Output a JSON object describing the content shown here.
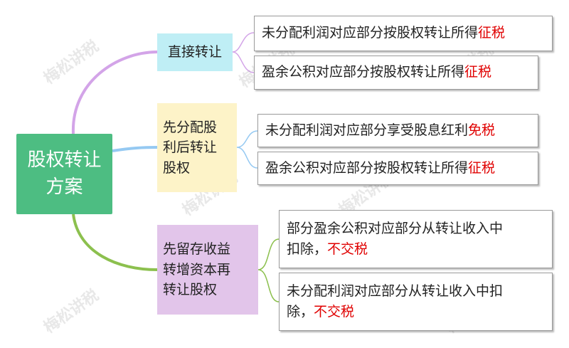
{
  "root": {
    "line1": "股权转让",
    "line2": "方案"
  },
  "branches": [
    {
      "label": "直接转让"
    },
    {
      "label_lines": [
        "先分配股",
        "利后转让",
        "股权"
      ]
    },
    {
      "label_lines": [
        "先留存收益",
        "转增资本再",
        "转让股权"
      ]
    }
  ],
  "leaves": [
    {
      "text": "未分配利润对应部分按股权转让所得",
      "emphasis": "征税"
    },
    {
      "text": "盈余公积对应部分按股权转让所得",
      "emphasis": "征税"
    },
    {
      "text": "未分配利润对应部分享受股息红利",
      "emphasis": "免税"
    },
    {
      "text": "盈余公积对应部分按股权转让所得",
      "emphasis": "征税"
    },
    {
      "line1": "部分盈余公积对应部分从转让收入中",
      "line2_prefix": "扣除，",
      "emphasis": "不交税"
    },
    {
      "line1": "未分配利润对应部分从转让收入中扣",
      "line2_prefix": "除，",
      "emphasis": "不交税"
    }
  ],
  "watermark": "梅松讲税",
  "colors": {
    "root_bg": "#4dbd82",
    "branch1_bg": "#bfeef5",
    "branch2_bg": "#fdf3c8",
    "branch3_bg": "#e2c5ea",
    "connector1": "#d3a4e8",
    "connector2": "#95c9f2",
    "connector3": "#8cc04e",
    "emphasis": "#e00000"
  }
}
